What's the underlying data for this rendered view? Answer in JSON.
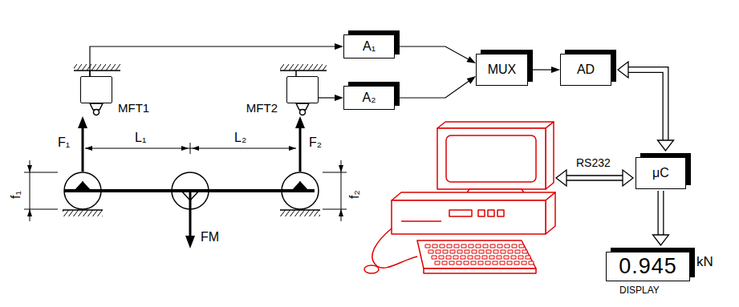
{
  "diagram": {
    "nodes": [
      {
        "text": [
          "MFT1"
        ]
      },
      {
        "text": [
          "MFT2"
        ]
      },
      {
        "text": [
          "A₁"
        ]
      },
      {
        "text": [
          "A₂"
        ]
      },
      {
        "text": [
          "MUX"
        ]
      },
      {
        "text": [
          "AD"
        ]
      },
      {
        "text": [
          "μC"
        ]
      },
      {
        "text": [
          "0.945"
        ]
      }
    ],
    "edges": [
      {
        "from": 0,
        "to": 2,
        "arrow": "to"
      },
      {
        "from": 1,
        "to": 3,
        "arrow": "to"
      },
      {
        "from": 2,
        "to": 4,
        "arrow": "to"
      },
      {
        "from": 3,
        "to": 4,
        "arrow": "to"
      },
      {
        "from": 4,
        "to": 5,
        "arrow": "to"
      },
      {
        "from": 5,
        "to": 6,
        "arrow": "both"
      },
      {
        "from": 6,
        "to": 7,
        "arrow": "to"
      }
    ],
    "labels": [
      "F₁",
      "L₁",
      "L₂",
      "F₂",
      "f₁",
      "f₂",
      "FM",
      "RS232",
      "kN",
      "DISPLAY"
    ]
  }
}
